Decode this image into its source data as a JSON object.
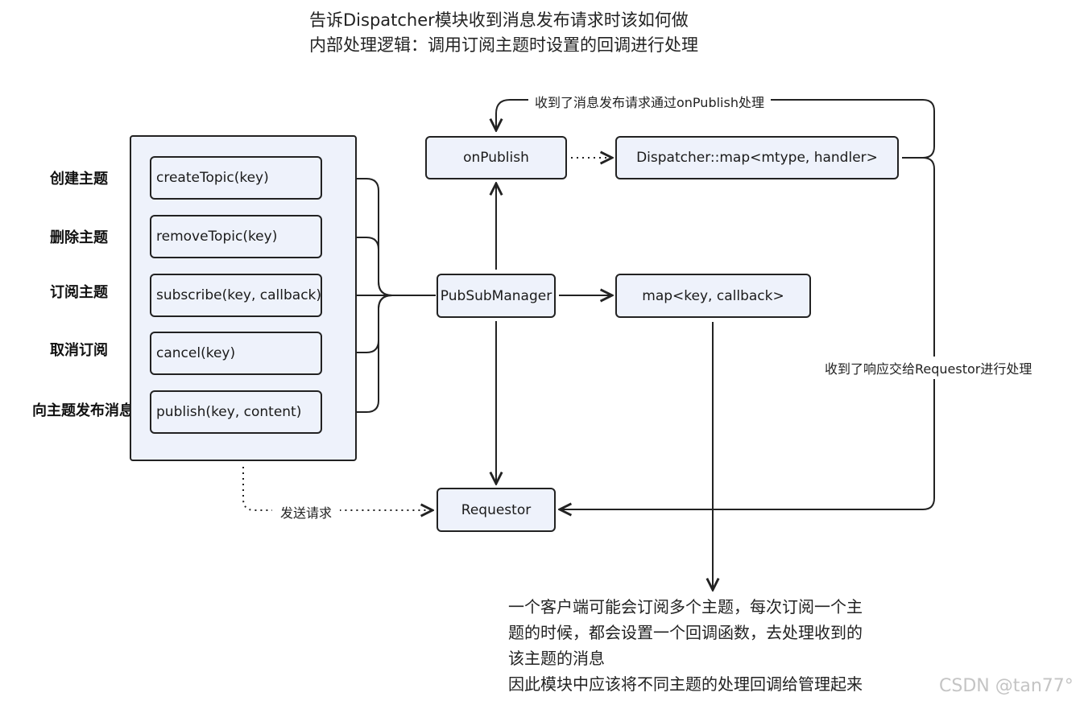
{
  "header": {
    "line1": "告诉Dispatcher模块收到消息发布请求时该如何做",
    "line2": "内部处理逻辑：调用订阅主题时设置的回调进行处理"
  },
  "side_labels": [
    "创建主题",
    "删除主题",
    "订阅主题",
    "取消订阅",
    "向主题发布消息"
  ],
  "methods": [
    "createTopic(key)",
    "removeTopic(key)",
    "subscribe(key, callback)",
    "cancel(key)",
    "publish(key, content)"
  ],
  "nodes": {
    "onpublish": "onPublish",
    "dispatcher_map": "Dispatcher::map<mtype, handler>",
    "pubsub_manager": "PubSubManager",
    "callback_map": "map<key, callback>",
    "requestor": "Requestor"
  },
  "edge_labels": {
    "publish_received": "收到了消息发布请求通过onPublish处理",
    "response_to_requestor": "收到了响应交给Requestor进行处理",
    "send_request": "发送请求"
  },
  "note": {
    "lines": [
      "一个客户端可能会订阅多个主题，每次订阅一个主",
      "题的时候，都会设置一个回调函数，去处理收到的",
      "该主题的消息",
      "因此模块中应该将不同主题的处理回调给管理起来"
    ]
  },
  "watermark": "CSDN @tan77°",
  "colors": {
    "box_fill": "#eef2fb",
    "stroke": "#222222"
  }
}
